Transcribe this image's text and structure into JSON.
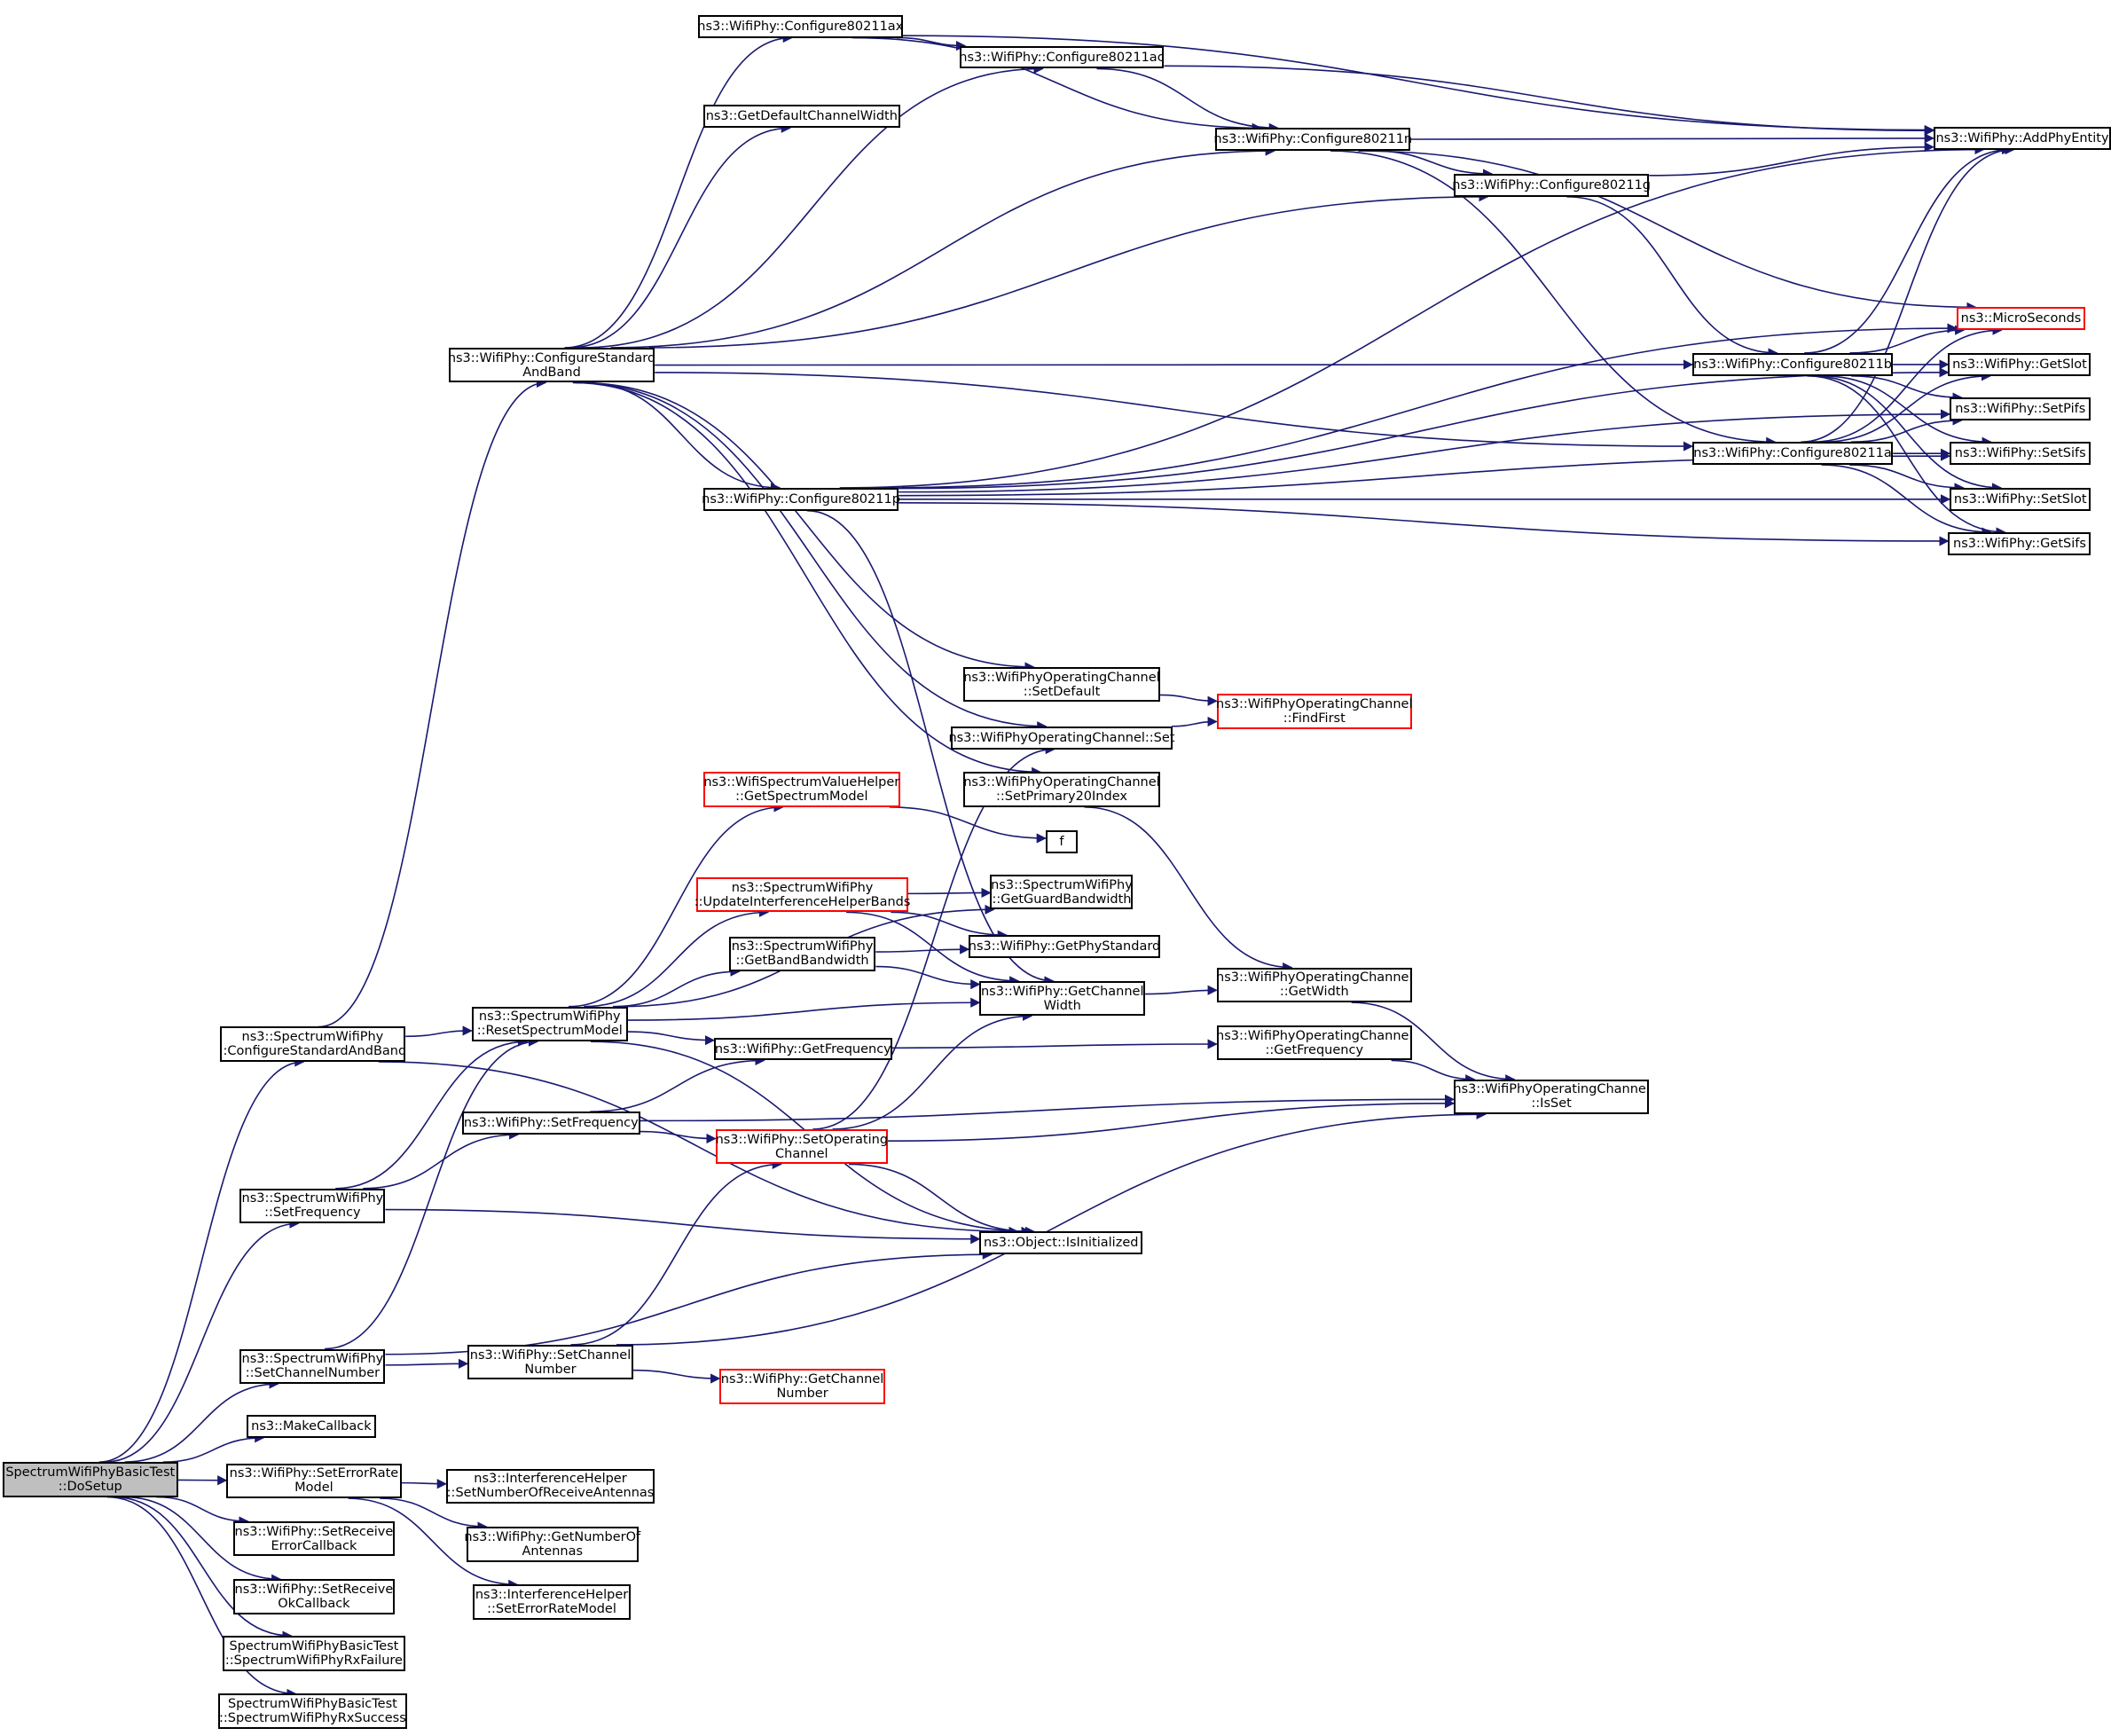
{
  "graph": {
    "title": "Call graph: SpectrumWifiPhyBasicTest::DoSetup",
    "edge_color": "#191970",
    "highlight_color": "#ff0000",
    "root_fill": "#bfbfbf",
    "nodes": [
      {
        "id": "dosetup",
        "label": "SpectrumWifiPhyBasicTest\n::DoSetup",
        "root": true
      },
      {
        "id": "sw_csab",
        "label": "ns3::SpectrumWifiPhy\n::ConfigureStandardAndBand"
      },
      {
        "id": "sw_setfreq",
        "label": "ns3::SpectrumWifiPhy\n::SetFrequency"
      },
      {
        "id": "sw_setchan",
        "label": "ns3::SpectrumWifiPhy\n::SetChannelNumber"
      },
      {
        "id": "makecb",
        "label": "ns3::MakeCallback"
      },
      {
        "id": "seterm",
        "label": "ns3::WifiPhy::SetErrorRate\nModel"
      },
      {
        "id": "setrxerr",
        "label": "ns3::WifiPhy::SetReceive\nErrorCallback"
      },
      {
        "id": "setrxok",
        "label": "ns3::WifiPhy::SetReceive\nOkCallback"
      },
      {
        "id": "rxfail",
        "label": "SpectrumWifiPhyBasicTest\n::SpectrumWifiPhyRxFailure"
      },
      {
        "id": "rxsucc",
        "label": "SpectrumWifiPhyBasicTest\n::SpectrumWifiPhyRxSuccess"
      },
      {
        "id": "wp_csab",
        "label": "ns3::WifiPhy::ConfigureStandard\nAndBand"
      },
      {
        "id": "resetsm",
        "label": "ns3::SpectrumWifiPhy\n::ResetSpectrumModel"
      },
      {
        "id": "wp_setfreq",
        "label": "ns3::WifiPhy::SetFrequency"
      },
      {
        "id": "wp_setchan",
        "label": "ns3::WifiPhy::SetChannel\nNumber"
      },
      {
        "id": "ih_setnra",
        "label": "ns3::InterferenceHelper\n::SetNumberOfReceiveAntennas"
      },
      {
        "id": "getnant",
        "label": "ns3::WifiPhy::GetNumberOf\nAntennas"
      },
      {
        "id": "ih_seterm",
        "label": "ns3::InterferenceHelper\n::SetErrorRateModel"
      },
      {
        "id": "c11ax",
        "label": "ns3::WifiPhy::Configure80211ax"
      },
      {
        "id": "getdefcw",
        "label": "ns3::GetDefaultChannelWidth"
      },
      {
        "id": "c11p",
        "label": "ns3::WifiPhy::Configure80211p"
      },
      {
        "id": "gsm",
        "label": "ns3::WifiSpectrumValueHelper\n::GetSpectrumModel",
        "red": true
      },
      {
        "id": "uihb",
        "label": "ns3::SpectrumWifiPhy\n::UpdateInterferenceHelperBands",
        "red": true
      },
      {
        "id": "gbb",
        "label": "ns3::SpectrumWifiPhy\n::GetBandBandwidth"
      },
      {
        "id": "wp_getfreq",
        "label": "ns3::WifiPhy::GetFrequency"
      },
      {
        "id": "setopch",
        "label": "ns3::WifiPhy::SetOperating\nChannel",
        "red": true
      },
      {
        "id": "getchnum",
        "label": "ns3::WifiPhy::GetChannel\nNumber",
        "red": true
      },
      {
        "id": "c11ac",
        "label": "ns3::WifiPhy::Configure80211ac"
      },
      {
        "id": "oc_setdef",
        "label": "ns3::WifiPhyOperatingChannel\n::SetDefault"
      },
      {
        "id": "oc_set",
        "label": "ns3::WifiPhyOperatingChannel::Set"
      },
      {
        "id": "oc_setp20",
        "label": "ns3::WifiPhyOperatingChannel\n::SetPrimary20Index"
      },
      {
        "id": "f",
        "label": "f"
      },
      {
        "id": "getgb",
        "label": "ns3::SpectrumWifiPhy\n::GetGuardBandwidth"
      },
      {
        "id": "getps",
        "label": "ns3::WifiPhy::GetPhyStandard"
      },
      {
        "id": "getcw",
        "label": "ns3::WifiPhy::GetChannel\nWidth"
      },
      {
        "id": "isinit",
        "label": "ns3::Object::IsInitialized"
      },
      {
        "id": "c11n",
        "label": "ns3::WifiPhy::Configure80211n"
      },
      {
        "id": "oc_findfirst",
        "label": "ns3::WifiPhyOperatingChannel\n::FindFirst",
        "red": true
      },
      {
        "id": "oc_getwidth",
        "label": "ns3::WifiPhyOperatingChannel\n::GetWidth"
      },
      {
        "id": "oc_getfreq",
        "label": "ns3::WifiPhyOperatingChannel\n::GetFrequency"
      },
      {
        "id": "c11g",
        "label": "ns3::WifiPhy::Configure80211g"
      },
      {
        "id": "oc_isset",
        "label": "ns3::WifiPhyOperatingChannel\n::IsSet"
      },
      {
        "id": "c11b",
        "label": "ns3::WifiPhy::Configure80211b"
      },
      {
        "id": "c11a",
        "label": "ns3::WifiPhy::Configure80211a"
      },
      {
        "id": "addphy",
        "label": "ns3::WifiPhy::AddPhyEntity"
      },
      {
        "id": "micro",
        "label": "ns3::MicroSeconds",
        "red": true
      },
      {
        "id": "getslot",
        "label": "ns3::WifiPhy::GetSlot"
      },
      {
        "id": "setpifs",
        "label": "ns3::WifiPhy::SetPifs"
      },
      {
        "id": "setsifs",
        "label": "ns3::WifiPhy::SetSifs"
      },
      {
        "id": "setslot",
        "label": "ns3::WifiPhy::SetSlot"
      },
      {
        "id": "getsifs",
        "label": "ns3::WifiPhy::GetSifs"
      }
    ],
    "edges": [
      [
        "dosetup",
        "sw_csab"
      ],
      [
        "dosetup",
        "sw_setfreq"
      ],
      [
        "dosetup",
        "sw_setchan"
      ],
      [
        "dosetup",
        "makecb"
      ],
      [
        "dosetup",
        "seterm"
      ],
      [
        "dosetup",
        "setrxerr"
      ],
      [
        "dosetup",
        "setrxok"
      ],
      [
        "dosetup",
        "rxfail"
      ],
      [
        "dosetup",
        "rxsucc"
      ],
      [
        "sw_csab",
        "wp_csab"
      ],
      [
        "sw_csab",
        "resetsm"
      ],
      [
        "sw_csab",
        "isinit"
      ],
      [
        "sw_setfreq",
        "resetsm"
      ],
      [
        "sw_setfreq",
        "wp_setfreq"
      ],
      [
        "sw_setfreq",
        "isinit"
      ],
      [
        "sw_setchan",
        "resetsm"
      ],
      [
        "sw_setchan",
        "wp_setchan"
      ],
      [
        "sw_setchan",
        "isinit"
      ],
      [
        "seterm",
        "ih_setnra"
      ],
      [
        "seterm",
        "getnant"
      ],
      [
        "seterm",
        "ih_seterm"
      ],
      [
        "wp_csab",
        "c11ax"
      ],
      [
        "wp_csab",
        "c11ac"
      ],
      [
        "wp_csab",
        "getdefcw"
      ],
      [
        "wp_csab",
        "c11n"
      ],
      [
        "wp_csab",
        "c11g"
      ],
      [
        "wp_csab",
        "c11b"
      ],
      [
        "wp_csab",
        "c11a"
      ],
      [
        "wp_csab",
        "c11p"
      ],
      [
        "wp_csab",
        "oc_setdef"
      ],
      [
        "wp_csab",
        "oc_set"
      ],
      [
        "wp_csab",
        "oc_setp20"
      ],
      [
        "resetsm",
        "gsm"
      ],
      [
        "resetsm",
        "getgb"
      ],
      [
        "resetsm",
        "uihb"
      ],
      [
        "resetsm",
        "gbb"
      ],
      [
        "resetsm",
        "getcw"
      ],
      [
        "resetsm",
        "wp_getfreq"
      ],
      [
        "resetsm",
        "isinit"
      ],
      [
        "wp_setfreq",
        "wp_getfreq"
      ],
      [
        "wp_setfreq",
        "setopch"
      ],
      [
        "wp_setfreq",
        "oc_isset"
      ],
      [
        "wp_setchan",
        "setopch"
      ],
      [
        "wp_setchan",
        "getchnum"
      ],
      [
        "wp_setchan",
        "oc_isset"
      ],
      [
        "c11ax",
        "c11ac"
      ],
      [
        "c11ax",
        "c11n"
      ],
      [
        "c11ax",
        "addphy"
      ],
      [
        "c11ac",
        "c11n"
      ],
      [
        "c11ac",
        "addphy"
      ],
      [
        "c11n",
        "c11g"
      ],
      [
        "c11n",
        "addphy"
      ],
      [
        "c11n",
        "micro"
      ],
      [
        "c11n",
        "c11a"
      ],
      [
        "c11g",
        "c11b"
      ],
      [
        "c11g",
        "addphy"
      ],
      [
        "c11b",
        "addphy"
      ],
      [
        "c11b",
        "micro"
      ],
      [
        "c11b",
        "getslot"
      ],
      [
        "c11b",
        "setpifs"
      ],
      [
        "c11b",
        "setsifs"
      ],
      [
        "c11b",
        "setslot"
      ],
      [
        "c11b",
        "getsifs"
      ],
      [
        "c11a",
        "addphy"
      ],
      [
        "c11a",
        "micro"
      ],
      [
        "c11a",
        "getslot"
      ],
      [
        "c11a",
        "setpifs"
      ],
      [
        "c11a",
        "setsifs"
      ],
      [
        "c11a",
        "setslot"
      ],
      [
        "c11a",
        "getsifs"
      ],
      [
        "c11p",
        "addphy"
      ],
      [
        "c11p",
        "micro"
      ],
      [
        "c11p",
        "getslot"
      ],
      [
        "c11p",
        "setpifs"
      ],
      [
        "c11p",
        "setsifs"
      ],
      [
        "c11p",
        "setslot"
      ],
      [
        "c11p",
        "getsifs"
      ],
      [
        "c11p",
        "getcw"
      ],
      [
        "oc_setdef",
        "oc_findfirst"
      ],
      [
        "oc_set",
        "oc_findfirst"
      ],
      [
        "oc_setp20",
        "oc_getwidth"
      ],
      [
        "gsm",
        "f"
      ],
      [
        "uihb",
        "getgb"
      ],
      [
        "uihb",
        "getps"
      ],
      [
        "uihb",
        "getcw"
      ],
      [
        "gbb",
        "getps"
      ],
      [
        "gbb",
        "getcw"
      ],
      [
        "getcw",
        "oc_getwidth"
      ],
      [
        "wp_getfreq",
        "oc_getfreq"
      ],
      [
        "setopch",
        "getcw"
      ],
      [
        "setopch",
        "oc_set"
      ],
      [
        "setopch",
        "oc_isset"
      ],
      [
        "setopch",
        "isinit"
      ],
      [
        "oc_getwidth",
        "oc_isset"
      ],
      [
        "oc_getfreq",
        "oc_isset"
      ]
    ]
  }
}
